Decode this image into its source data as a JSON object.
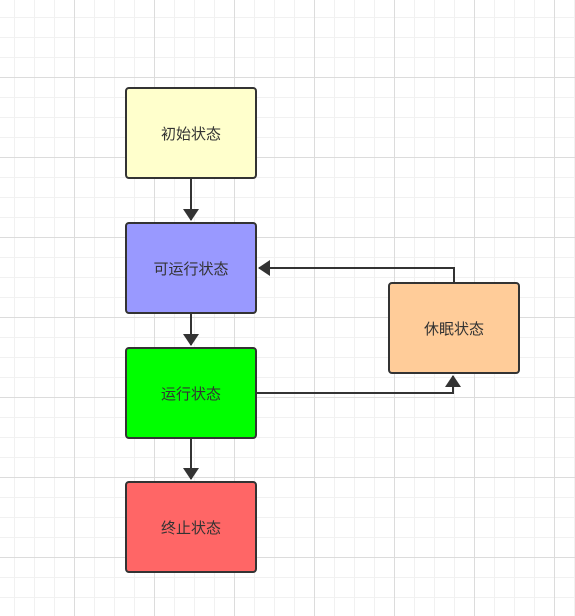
{
  "nodes": {
    "initial": {
      "label": "初始状态",
      "color": "#ffffcc"
    },
    "runnable": {
      "label": "可运行状态",
      "color": "#9999ff"
    },
    "running": {
      "label": "运行状态",
      "color": "#00ff00"
    },
    "terminated": {
      "label": "终止状态",
      "color": "#ff6666"
    },
    "sleeping": {
      "label": "休眠状态",
      "color": "#ffcc99"
    }
  },
  "edges": [
    {
      "from": "initial",
      "to": "runnable"
    },
    {
      "from": "runnable",
      "to": "running"
    },
    {
      "from": "running",
      "to": "terminated"
    },
    {
      "from": "running",
      "to": "sleeping"
    },
    {
      "from": "sleeping",
      "to": "runnable"
    }
  ],
  "colors": {
    "stroke": "#333333",
    "grid": "#dcdcdc"
  }
}
